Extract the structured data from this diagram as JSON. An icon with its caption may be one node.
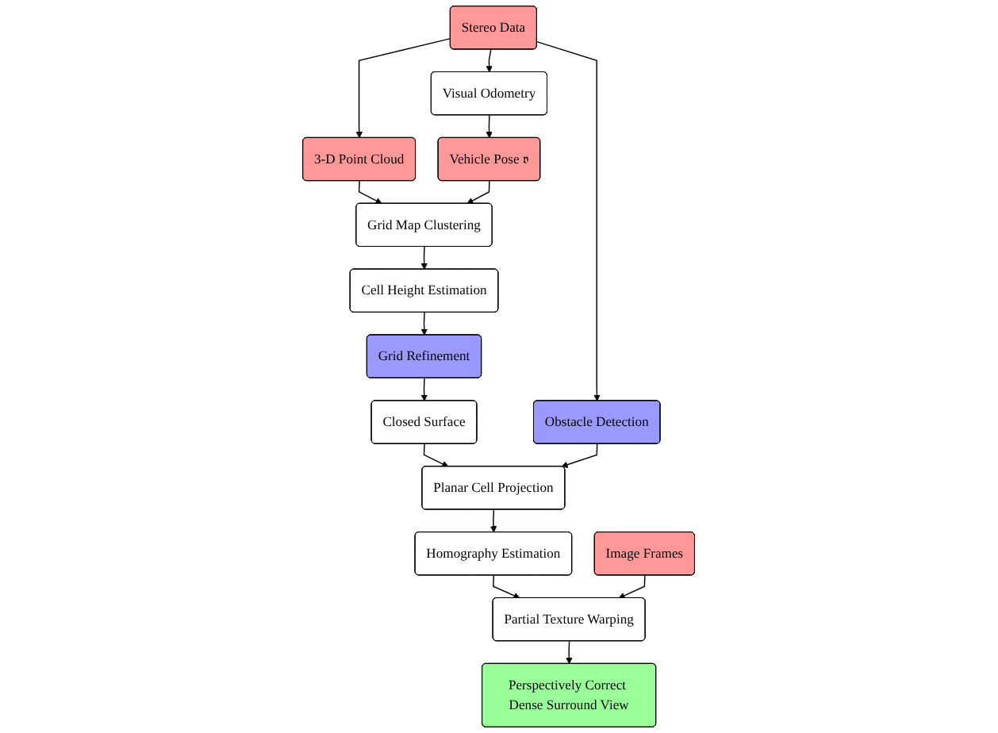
{
  "diagram": {
    "nodes": [
      {
        "text": [
          "Stereo Data"
        ]
      },
      {
        "text": [
          "Visual Odometry"
        ]
      },
      {
        "text": [
          "3-D Point Cloud"
        ]
      },
      {
        "text": [
          "Vehicle Pose 𝔳"
        ]
      },
      {
        "text": [
          "Image Frames"
        ]
      },
      {
        "text": [
          "Grid Map Clustering"
        ]
      },
      {
        "text": [
          "Cell Height Estimation"
        ]
      },
      {
        "text": [
          "Obstacle Detection"
        ]
      },
      {
        "text": [
          "Grid Refinement"
        ]
      },
      {
        "text": [
          "Planar Cell Projection"
        ]
      },
      {
        "text": [
          "Closed Surface"
        ]
      },
      {
        "text": [
          "Homography Estimation"
        ]
      },
      {
        "text": [
          "Partial Texture Warping"
        ]
      },
      {
        "text": [
          "Perspectively Correct Dense Surround View"
        ]
      }
    ],
    "edges": [
      {
        "from": 0,
        "to": 1,
        "arrow": "to"
      },
      {
        "from": 0,
        "to": 2,
        "arrow": "to"
      },
      {
        "from": 1,
        "to": 3,
        "arrow": "to"
      },
      {
        "from": 2,
        "to": 5,
        "arrow": "to"
      },
      {
        "from": 3,
        "to": 5,
        "arrow": "to"
      },
      {
        "from": 0,
        "to": 7,
        "arrow": "to"
      },
      {
        "from": 5,
        "to": 6,
        "arrow": "to"
      },
      {
        "from": 6,
        "to": 8,
        "arrow": "to"
      },
      {
        "from": 8,
        "to": 10,
        "arrow": "to"
      },
      {
        "from": 10,
        "to": 9,
        "arrow": "to"
      },
      {
        "from": 7,
        "to": 9,
        "arrow": "to"
      },
      {
        "from": 9,
        "to": 11,
        "arrow": "to"
      },
      {
        "from": 11,
        "to": 12,
        "arrow": "to"
      },
      {
        "from": 4,
        "to": 12,
        "arrow": "to"
      },
      {
        "from": 12,
        "to": 13,
        "arrow": "to"
      }
    ]
  }
}
